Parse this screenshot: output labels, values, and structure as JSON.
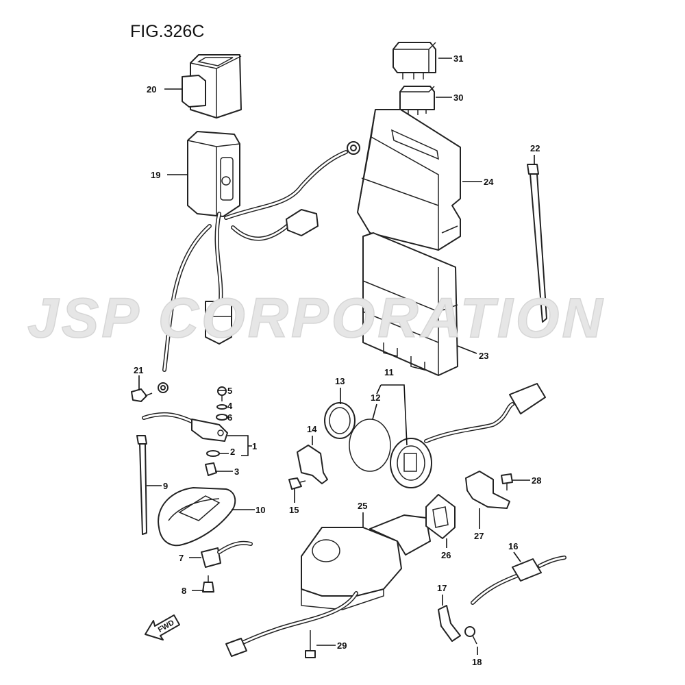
{
  "figure": {
    "title": "FIG.326C"
  },
  "watermark": "JSP CORPORATION",
  "direction_marker": "FWD",
  "callouts": {
    "p1": "1",
    "p2": "2",
    "p3": "3",
    "p4": "4",
    "p5": "5",
    "p6": "6",
    "p7": "7",
    "p8": "8",
    "p9": "9",
    "p10": "10",
    "p11": "11",
    "p12": "12",
    "p13": "13",
    "p14": "14",
    "p15": "15",
    "p16": "16",
    "p17": "17",
    "p18": "18",
    "p19": "19",
    "p20": "20",
    "p21": "21",
    "p22": "22",
    "p23": "23",
    "p24": "24",
    "p25": "25",
    "p26": "26",
    "p27": "27",
    "p28": "28",
    "p29": "29",
    "p30": "30",
    "p31": "31"
  }
}
